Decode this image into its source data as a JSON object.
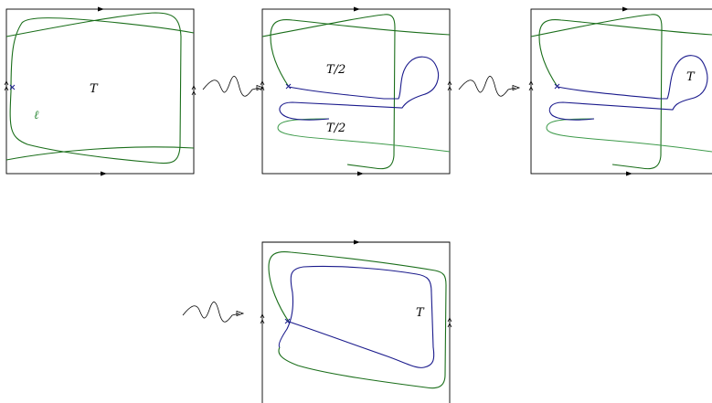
{
  "colors": {
    "curve_green": "#1a6e1a",
    "curve_green_light": "#3d9a4a",
    "curve_blue": "#1a1a8c",
    "frame": "#000000"
  },
  "labels": {
    "panel1_region": "T",
    "panel1_curve": "ℓ",
    "panel2_upper": "T/2",
    "panel2_lower": "T/2",
    "panel3_region": "T",
    "panel4_region": "T"
  },
  "icons": {
    "transition": "squiggle-arrow-icon",
    "basepoint": "cross-icon"
  }
}
